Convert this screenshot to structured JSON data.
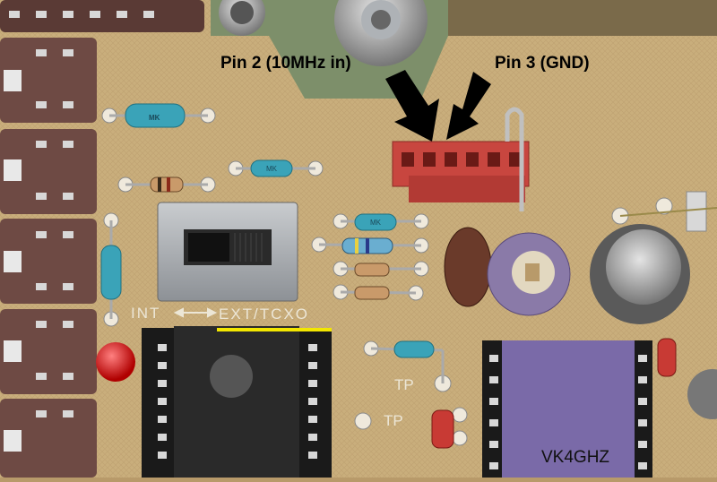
{
  "image": {
    "description_free": true,
    "annotations": {
      "pin2_label": "Pin 2  (10MHz in)",
      "pin3_label": "Pin 3  (GND)"
    },
    "silkscreen": {
      "int_label": "INT",
      "ext_label": "EXT/TCXO",
      "tp_label_1": "TP",
      "tp_label_2": "TP"
    },
    "watermark": "VK4GHZ",
    "colors": {
      "board": "#c9ae7c",
      "arrow": "#000000",
      "underline": "#f2e600",
      "connector": "#c8463f",
      "led": "#d01818",
      "ic_body": "#232323",
      "purple_chip": "#7a6aa8"
    }
  }
}
